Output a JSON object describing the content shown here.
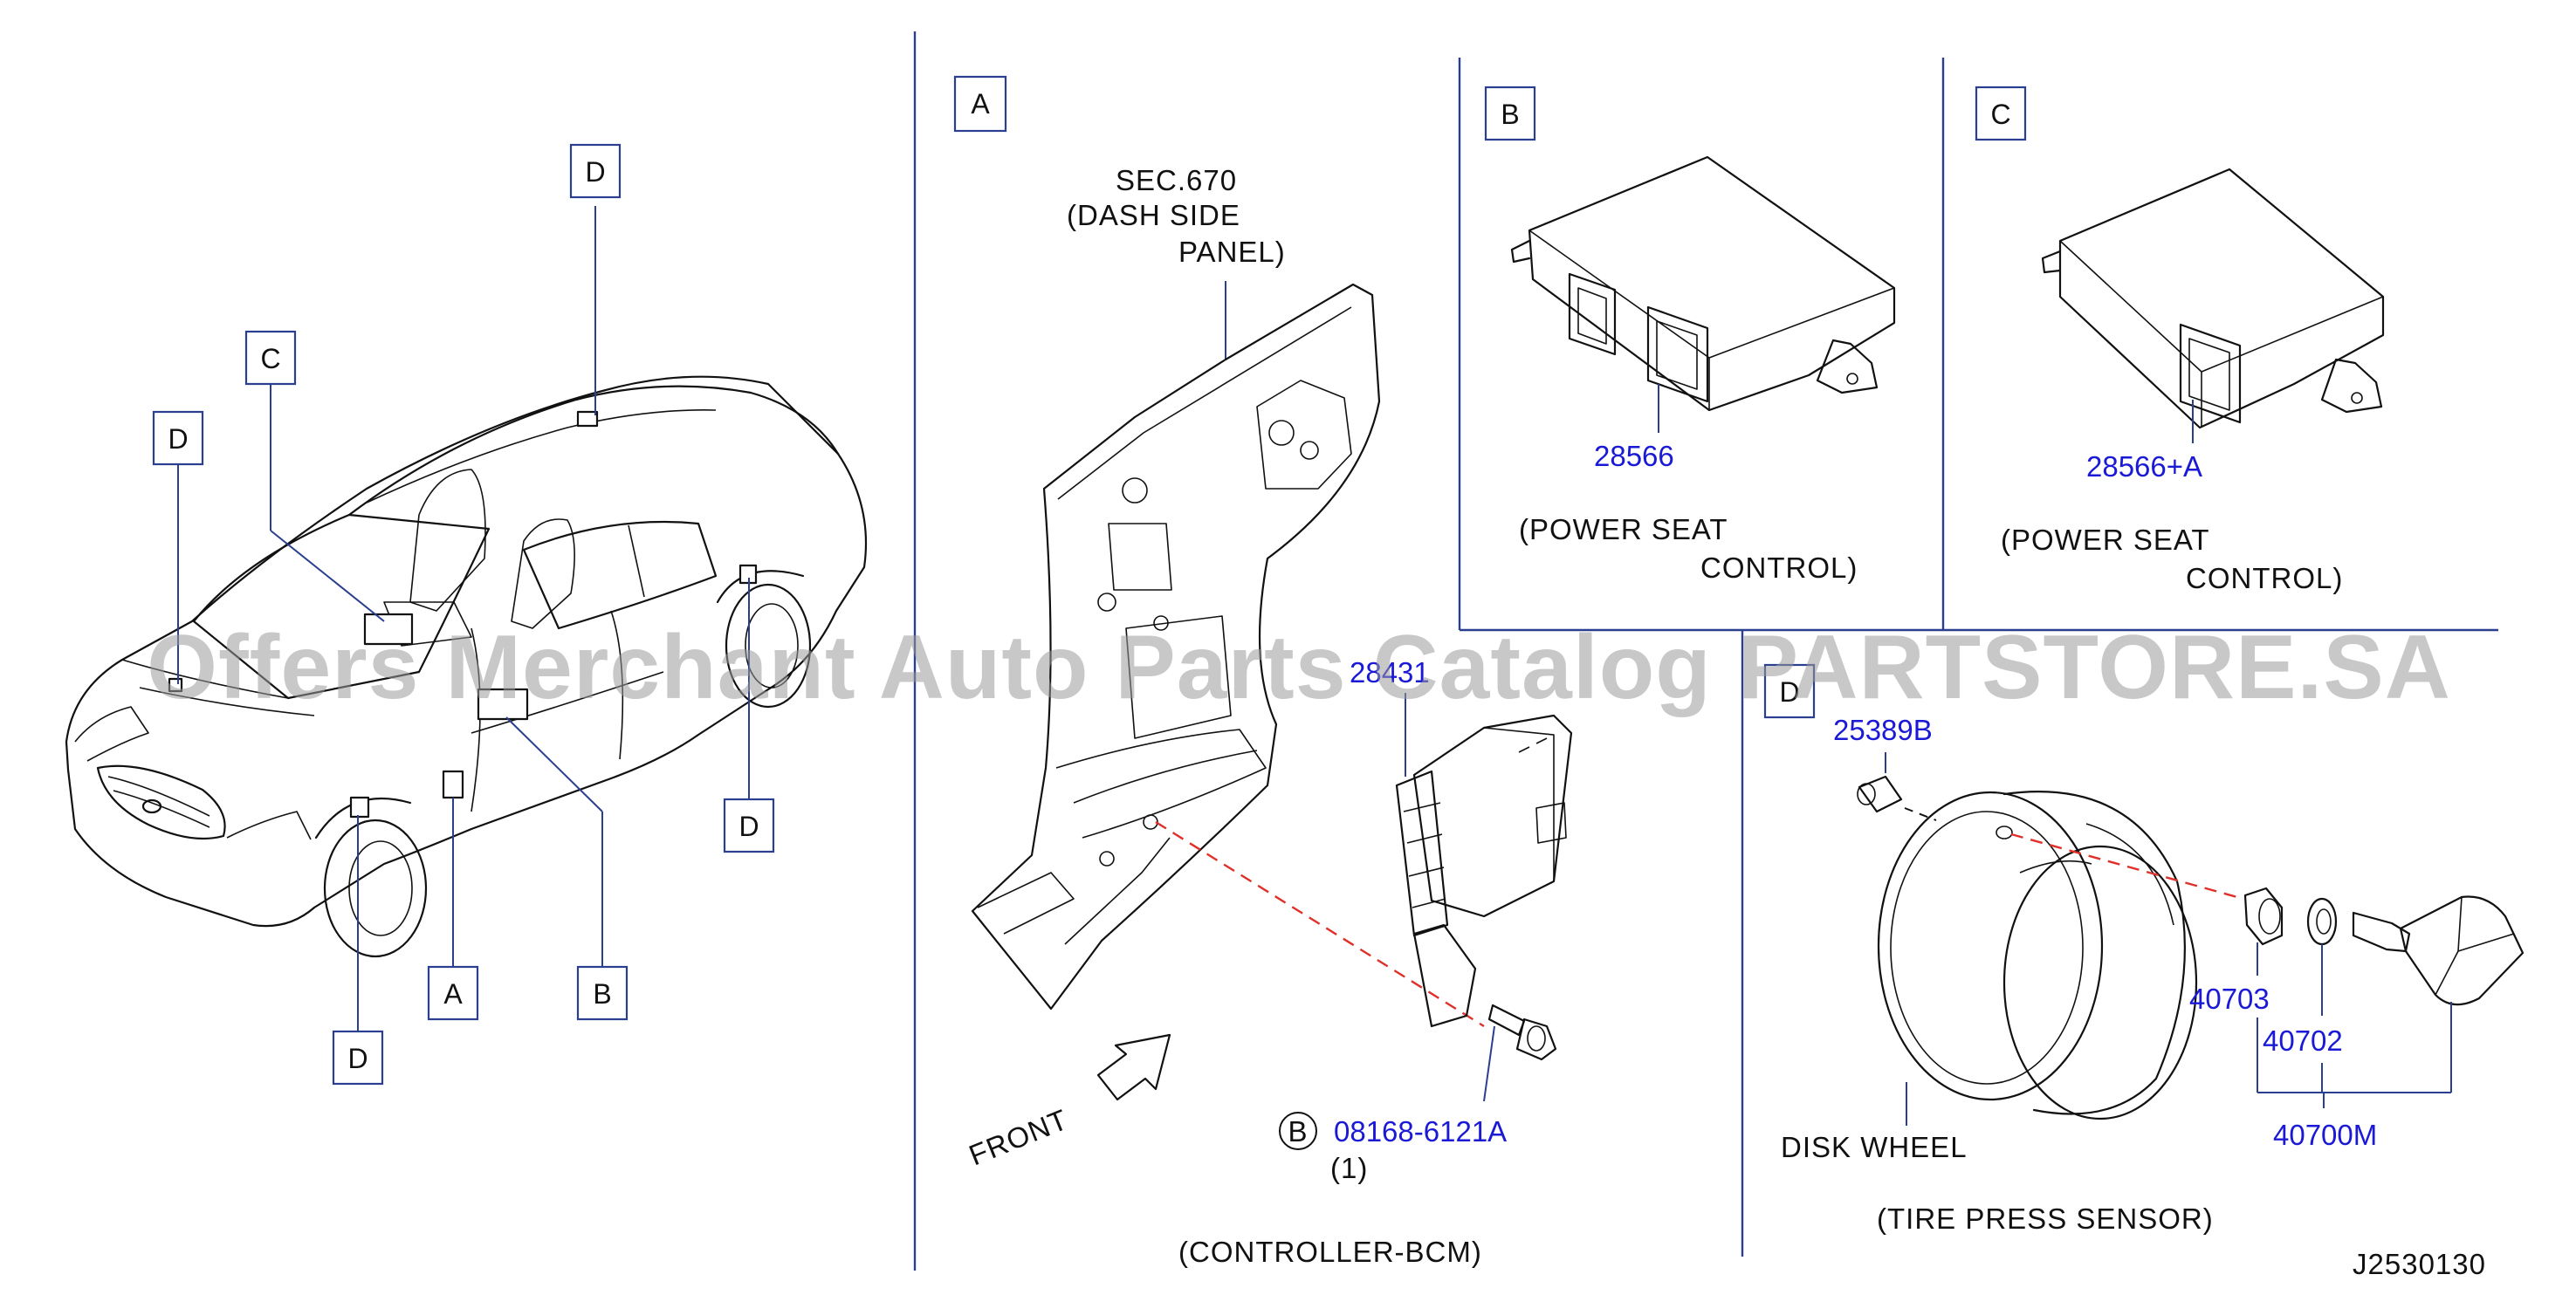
{
  "watermark": "Offers Merchant Auto Parts Catalog PARTSTORE.SA",
  "diagram_id": "J2530130",
  "overview": {
    "callouts": {
      "d_roof": "D",
      "c": "C",
      "d_left": "D",
      "d_right": "D",
      "a": "A",
      "b": "B",
      "d_front": "D"
    }
  },
  "panel_a": {
    "letter": "A",
    "sec_ref": "SEC.670",
    "sec_desc_1": "(DASH   SIDE",
    "sec_desc_2": "PANEL)",
    "part_bcm": "28431",
    "bolt_marker": "B",
    "bolt_part": "08168-6121A",
    "bolt_qty": "(1)",
    "front_label": "FRONT",
    "caption": "(CONTROLLER-BCM)"
  },
  "panel_b": {
    "letter": "B",
    "part": "28566",
    "caption_1": "(POWER   SEAT",
    "caption_2": "CONTROL)"
  },
  "panel_c": {
    "letter": "C",
    "part": "28566+A",
    "caption_1": "(POWER   SEAT",
    "caption_2": "CONTROL)"
  },
  "panel_d": {
    "letter": "D",
    "part_cap": "25389B",
    "part_nut": "40703",
    "part_grommet": "40702",
    "part_assembly": "40700M",
    "disk_wheel_label": "DISK   WHEEL",
    "caption": "(TIRE   PRESS   SENSOR)"
  }
}
